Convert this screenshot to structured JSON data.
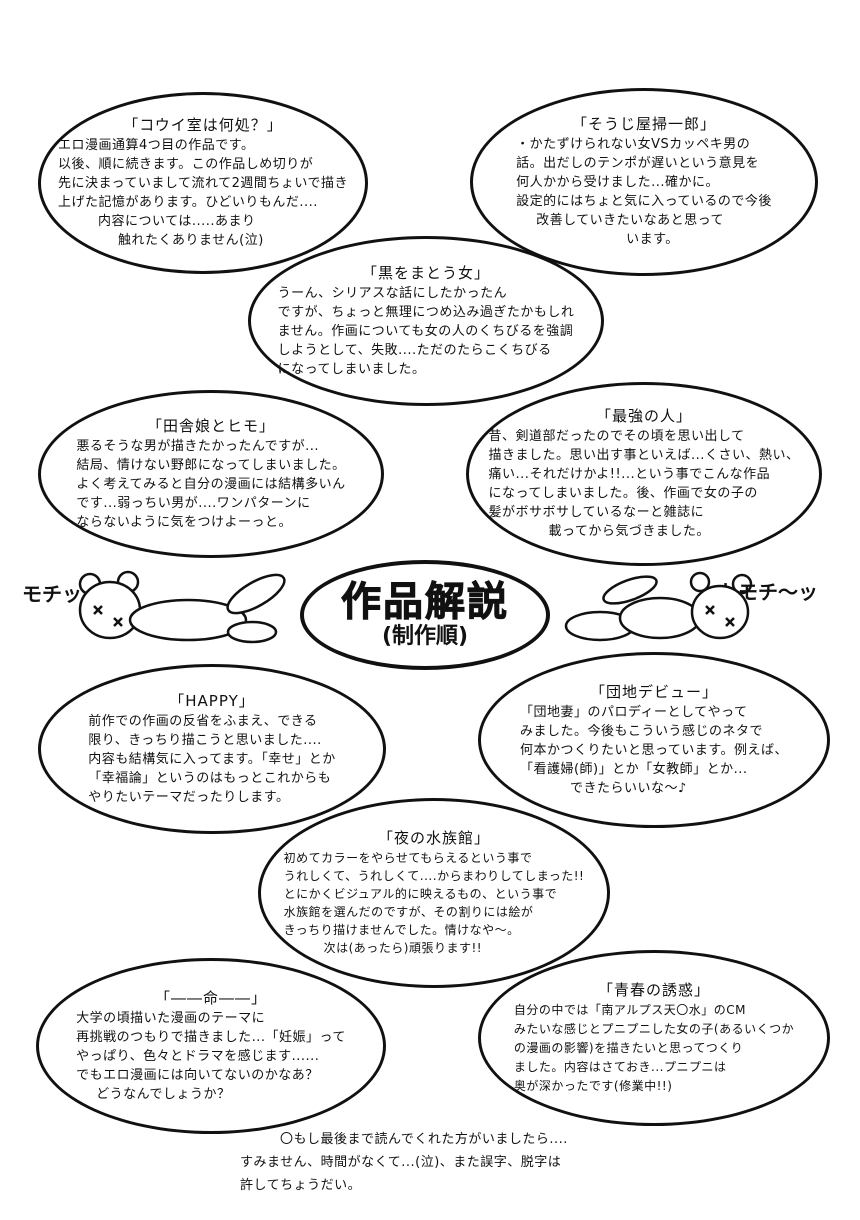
{
  "center": {
    "title": "作品解説",
    "subtitle": "(制作順)"
  },
  "sfx": {
    "left": "モチッ",
    "right": "トモチ〜ッ"
  },
  "bubbles": {
    "b1": {
      "title": "「コウイ室は何処？」",
      "lines": [
        "エロ漫画通算4つ目の作品です。",
        "以後、順に続きます。この作品しめ切りが",
        "先に決まっていまして流れて2週間ちょいで描き",
        "上げた記憶があります。ひどいりもんだ....",
        "内容については.....あまり",
        "触れたくありません(泣)"
      ]
    },
    "b2": {
      "title": "「そうじ屋掃一郎」",
      "lines": [
        "・かたずけられない女VSカッペキ男の",
        "話。出だしのテンポが遅いという意見を",
        "何人かから受けました...確かに。",
        "設定的にはちょと気に入っているので今後",
        "改善していきたいなあと思って",
        "います。"
      ]
    },
    "b3": {
      "title": "「黒をまとう女」",
      "lines": [
        "うーん、シリアスな話にしたかったん",
        "ですが、ちょっと無理につめ込み過ぎたかもしれ",
        "ません。作画についても女の人のくちびるを強調",
        "しようとして、失敗....ただのたらこくちびる",
        "になってしまいました。"
      ]
    },
    "b4": {
      "title": "「田舎娘とヒモ」",
      "lines": [
        "悪るそうな男が描きたかったんですが...",
        "結局、情けない野郎になってしまいました。",
        "よく考えてみると自分の漫画には結構多いん",
        "です...弱っちい男が....ワンパターンに",
        "ならないように気をつけよーっと。"
      ]
    },
    "b5": {
      "title": "「最強の人」",
      "lines": [
        "昔、剣道部だったのでその頃を思い出して",
        "描きました。思い出す事といえば...くさい、熱い、",
        "痛い...それだけかよ!!...という事でこんな作品",
        "になってしまいました。後、作画で女の子の",
        "髪がボサボサしているなーと雑誌に",
        "載ってから気づきました。"
      ]
    },
    "b6": {
      "title": "「HAPPY」",
      "lines": [
        "前作での作画の反省をふまえ、できる",
        "限り、きっちり描こうと思いました....",
        "内容も結構気に入ってます。「幸せ」とか",
        "「幸福論」というのはもっとこれからも",
        "やりたいテーマだったりします。"
      ]
    },
    "b7": {
      "title": "「団地デビュー」",
      "lines": [
        "「団地妻」のパロディーとしてやって",
        "みました。今後もこういう感じのネタで",
        "何本かつくりたいと思っています。例えば、",
        "「看護婦(師)」とか「女教師」とか...",
        "できたらいいな〜♪"
      ]
    },
    "b8": {
      "title": "「夜の水族館」",
      "lines": [
        "初めてカラーをやらせてもらえるという事で",
        "うれしくて、うれしくて....からまわりしてしまった!!",
        "とにかくビジュアル的に映えるもの、という事で",
        "水族館を選んだのですが、その割りには絵が",
        "きっちり描けませんでした。情けなや〜。",
        "次は(あったら)頑張ります!!"
      ]
    },
    "b9": {
      "title": "「――命――」",
      "lines": [
        "大学の頃描いた漫画のテーマに",
        "再挑戦のつもりで描きました...「妊娠」って",
        "やっぱり、色々とドラマを感じます......",
        "でもエロ漫画には向いてないのかなあ？",
        "どうなんでしょうか？"
      ]
    },
    "b10": {
      "title": "「青春の誘惑」",
      "lines": [
        "自分の中では「南アルプス天〇水」のCM",
        "みたいな感じとプニプニした女の子(あるいくつか",
        "の漫画の影響)を描きたいと思ってつくり",
        "ました。内容はさておき...プニプニは",
        "奥が深かったです(修業中!!)"
      ]
    }
  },
  "footer": {
    "lines": [
      "〇もし最後まで読んでくれた方がいましたら....",
      "すみません、時間がなくて...(泣)、また誤字、脱字は",
      "許してちょうだい。"
    ]
  }
}
